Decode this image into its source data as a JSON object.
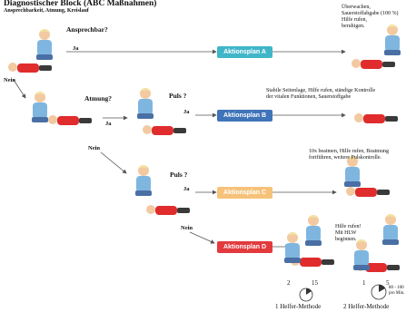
{
  "header": {
    "title": "Diagnostischer Block (ABC Maßnahmen)",
    "subtitle": "Ansprechbarkeit, Atmung, Kreislauf"
  },
  "questions": {
    "ansprechbar": "Ansprechbar?",
    "atmung": "Atmung?",
    "puls1": "Puls ?",
    "puls2": "Puls ?"
  },
  "labels": {
    "ja1": "Ja",
    "nein1": "Nein",
    "ja2": "Ja",
    "ja3": "Ja",
    "nein2": "Nein",
    "ja4": "Ja",
    "nein3": "Nein"
  },
  "plans": [
    {
      "label": "Aktionsplan A",
      "color": "#41b6c9"
    },
    {
      "label": "Aktionsplan B",
      "color": "#3f74b9"
    },
    {
      "label": "Aktionsplan C",
      "color": "#f6c27a"
    },
    {
      "label": "Aktionsplan D",
      "color": "#e23a3d"
    }
  ],
  "descriptions": {
    "a": "Überwachen,\nSauerstoffabgabe (100 %)\nHilfe rufen,\nberuhigen.",
    "b": "Stabile Seitenlage, Hilfe rufen, ständige Kontrolle\nder vitalen Funktionen, Sauerstoffgabe",
    "c": "10x beatmen, Hilfe rufen, Beatmung\nfortführen, weitere Pulskontrolle.",
    "d": "Hilfe rufen!\nMit HLW\nbeginnen."
  },
  "cpr": {
    "one_helper": {
      "breaths": "2",
      "compressions": "15",
      "caption": "1 Helfer-Methode"
    },
    "two_helper": {
      "breaths": "1",
      "compressions": "5",
      "caption": "2 Helfer-Methode"
    },
    "rate": "80 - 100\npro Min."
  },
  "colors": {
    "arrow": "#555555",
    "skin": "#f2c9a0",
    "shirt": "#7fb6e0",
    "patient": "#e02c2c"
  }
}
